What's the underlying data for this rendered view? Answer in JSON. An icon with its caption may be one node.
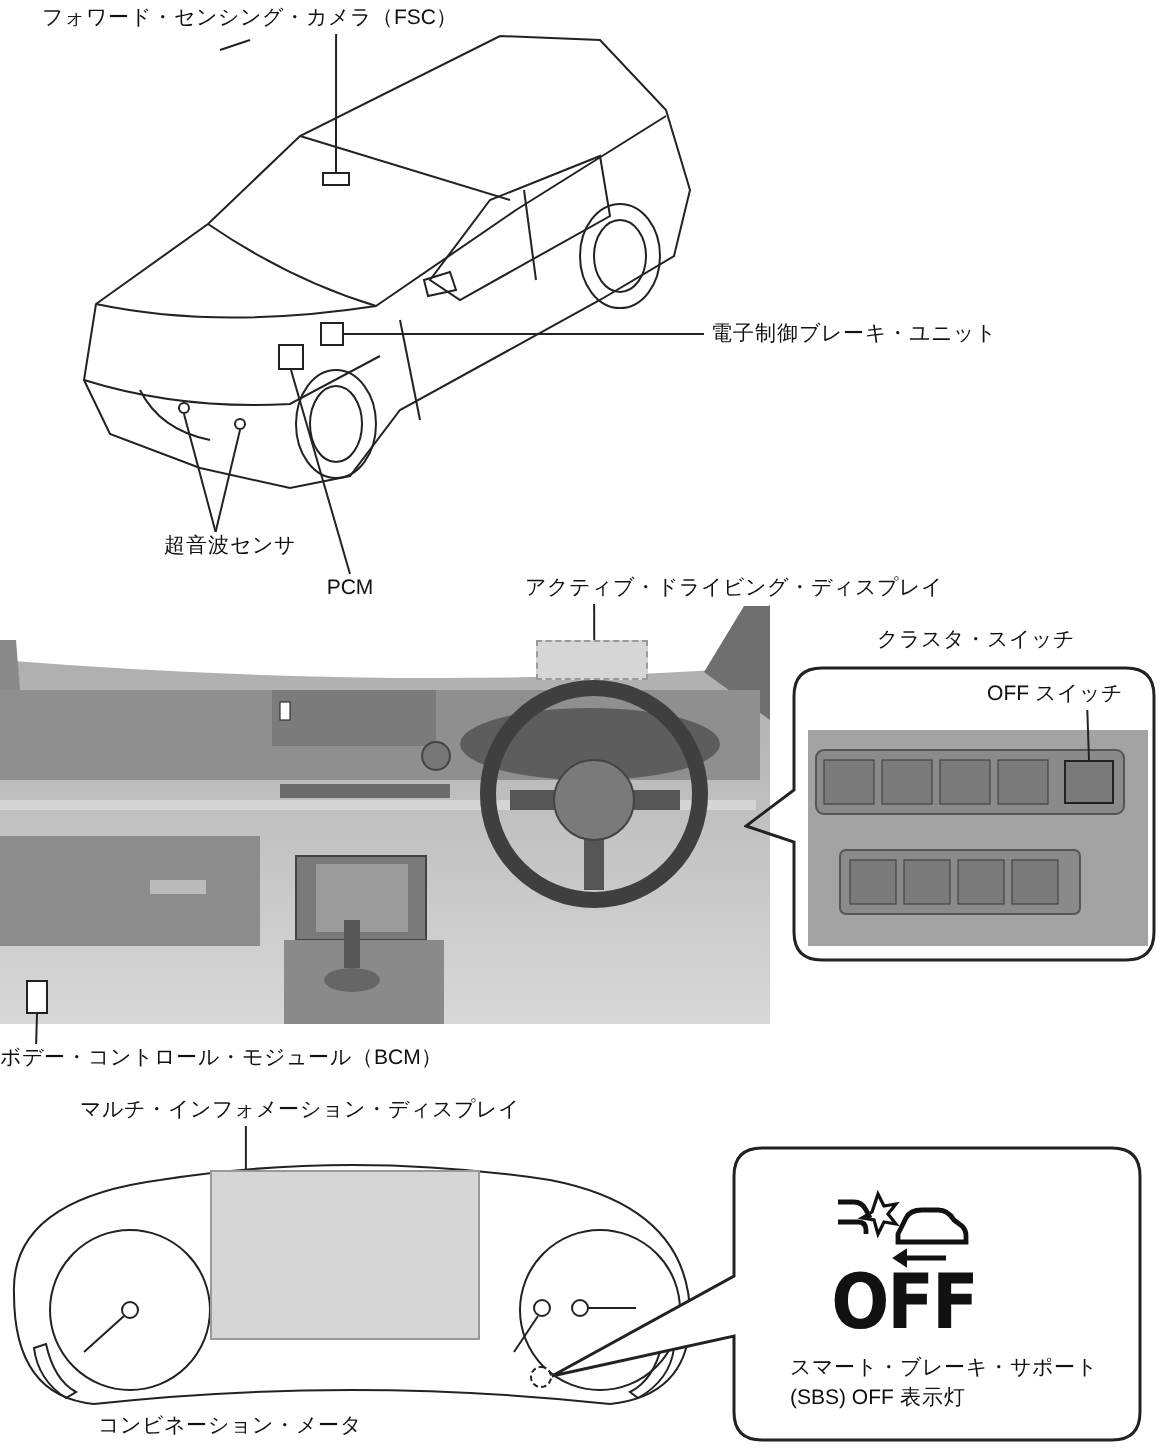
{
  "diagram": {
    "nodes": [
      {
        "text": [
          "フォワード・センシング・カメラ（FSC）"
        ]
      },
      {
        "text": [],
        "shape": "box"
      },
      {
        "text": [
          "電子制御ブレーキ・ユニット"
        ]
      },
      {
        "text": [],
        "shape": "box"
      },
      {
        "text": [
          "超音波センサ"
        ]
      },
      {
        "text": [],
        "shape": "circle"
      },
      {
        "text": [],
        "shape": "circle"
      },
      {
        "text": [
          "PCM"
        ]
      },
      {
        "text": [],
        "shape": "box"
      },
      {
        "text": [
          "アクティブ・ドライビング・ディスプレイ"
        ]
      },
      {
        "text": [],
        "shape": "box"
      },
      {
        "text": [
          "クラスタ・スイッチ"
        ]
      },
      {
        "text": [
          "OFF スイッチ"
        ],
        "in": 11
      },
      {
        "text": [],
        "shape": "box",
        "in": 11
      },
      {
        "text": [
          "ボデー・コントロール・モジュール（BCM）"
        ]
      },
      {
        "text": [],
        "shape": "box"
      },
      {
        "text": [
          "マルチ・インフォメーション・ディスプレイ"
        ]
      },
      {
        "text": [
          "コンビネーション・メータ"
        ]
      },
      {
        "text": [],
        "shape": "box",
        "in": 17
      },
      {
        "text": [],
        "shape": "circle",
        "in": 17
      },
      {
        "text": [
          "OFF",
          "スマート・ブレーキ・サポート (SBS) OFF 表示灯"
        ]
      }
    ],
    "edges": [
      {
        "from": 0,
        "to": 1,
        "arrow": "none"
      },
      {
        "from": 2,
        "to": 3,
        "arrow": "none"
      },
      {
        "from": 4,
        "to": 5,
        "arrow": "none"
      },
      {
        "from": 4,
        "to": 6,
        "arrow": "none"
      },
      {
        "from": 7,
        "to": 8,
        "arrow": "none"
      },
      {
        "from": 9,
        "to": 10,
        "arrow": "none"
      },
      {
        "from": 12,
        "to": 13,
        "arrow": "none"
      },
      {
        "from": 14,
        "to": 15,
        "arrow": "none"
      },
      {
        "from": 16,
        "to": 18,
        "arrow": "none"
      }
    ]
  }
}
